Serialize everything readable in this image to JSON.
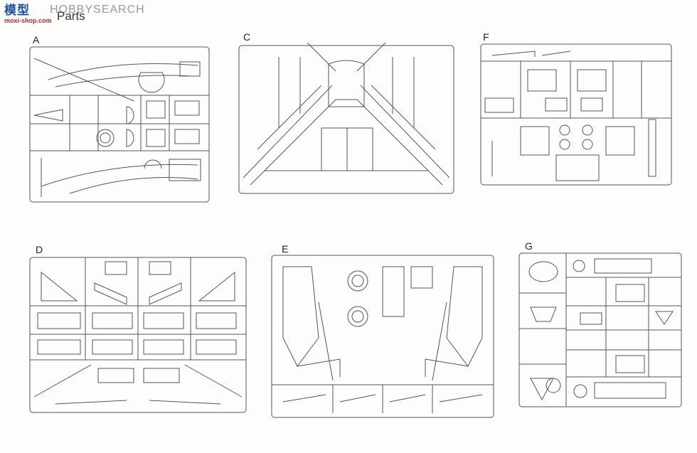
{
  "brand": {
    "logo": "模型",
    "site": "moxi-shop.com"
  },
  "watermark": "HOBBYSEARCH",
  "title": "Parts",
  "sprues": [
    {
      "label": "A"
    },
    {
      "label": "C"
    },
    {
      "label": "F"
    },
    {
      "label": "D"
    },
    {
      "label": "E"
    },
    {
      "label": "G"
    }
  ],
  "colors": {
    "line": "#555555",
    "paper": "#fdfdfb"
  }
}
